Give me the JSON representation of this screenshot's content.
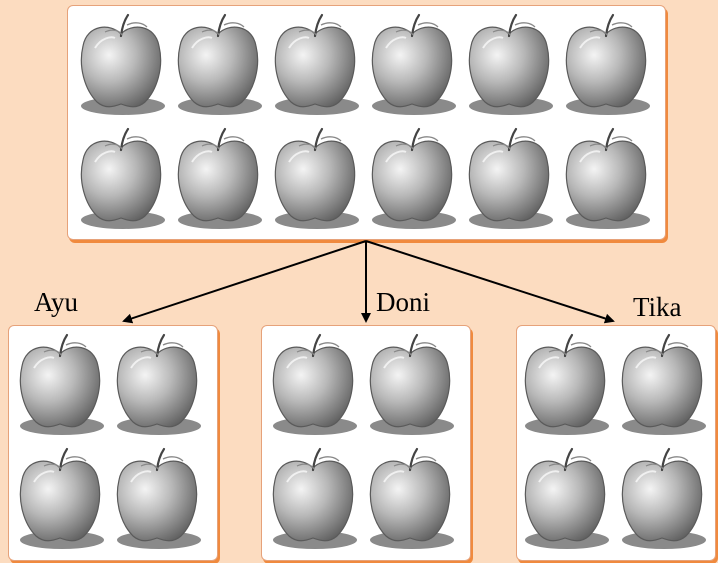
{
  "groups": [
    {
      "id": "total",
      "apple_count": 12
    },
    {
      "id": "ayu",
      "name": "Ayu",
      "apple_count": 4
    },
    {
      "id": "doni",
      "name": "Doni",
      "apple_count": 4
    },
    {
      "id": "tika",
      "name": "Tika",
      "apple_count": 4
    }
  ],
  "colors": {
    "background": "#fcdcc0",
    "box_shadow": "#f08a3e",
    "apple_light": "#f4f4f4",
    "apple_dark": "#5e5e5e",
    "apple_shadow": "#8a8a8a",
    "arrow": "#000000"
  },
  "icons": {
    "apple": "apple-icon",
    "arrow": "arrow"
  }
}
